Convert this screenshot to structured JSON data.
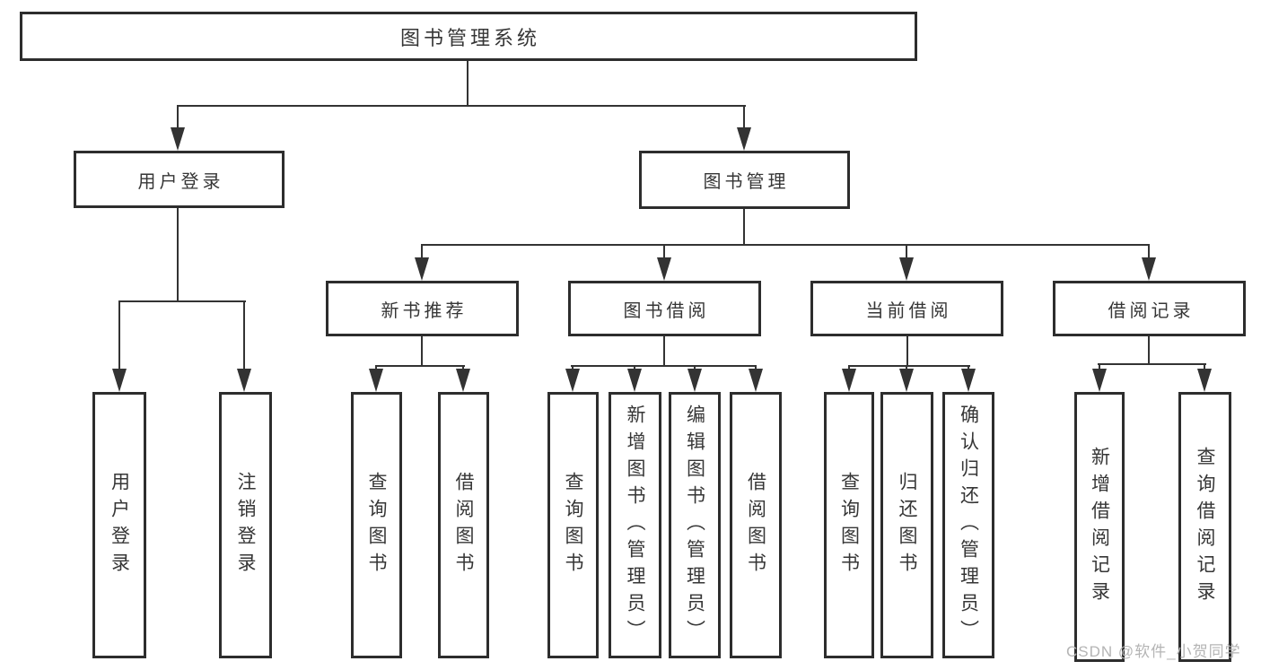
{
  "diagram": {
    "root": {
      "label": "图书管理系统"
    },
    "branches": [
      {
        "label": "用户登录",
        "leaves": [
          "用户登录",
          "注销登录"
        ]
      },
      {
        "label": "图书管理",
        "groups": [
          {
            "label": "新书推荐",
            "leaves": [
              "查询图书",
              "借阅图书"
            ]
          },
          {
            "label": "图书借阅",
            "leaves": [
              "查询图书",
              "新增图书（管理员）",
              "编辑图书（管理员）",
              "借阅图书"
            ]
          },
          {
            "label": "当前借阅",
            "leaves": [
              "查询图书",
              "归还图书",
              "确认归还（管理员）"
            ]
          },
          {
            "label": "借阅记录",
            "leaves": [
              "新增借阅记录",
              "查询借阅记录"
            ]
          }
        ]
      }
    ],
    "watermark": "CSDN @软件_小贺同学",
    "colors": {
      "line": "#333333",
      "box_border": "#2d2d2d",
      "box_background": "#ffffff",
      "text": "#363636",
      "watermark": "#b4b4b4"
    }
  }
}
